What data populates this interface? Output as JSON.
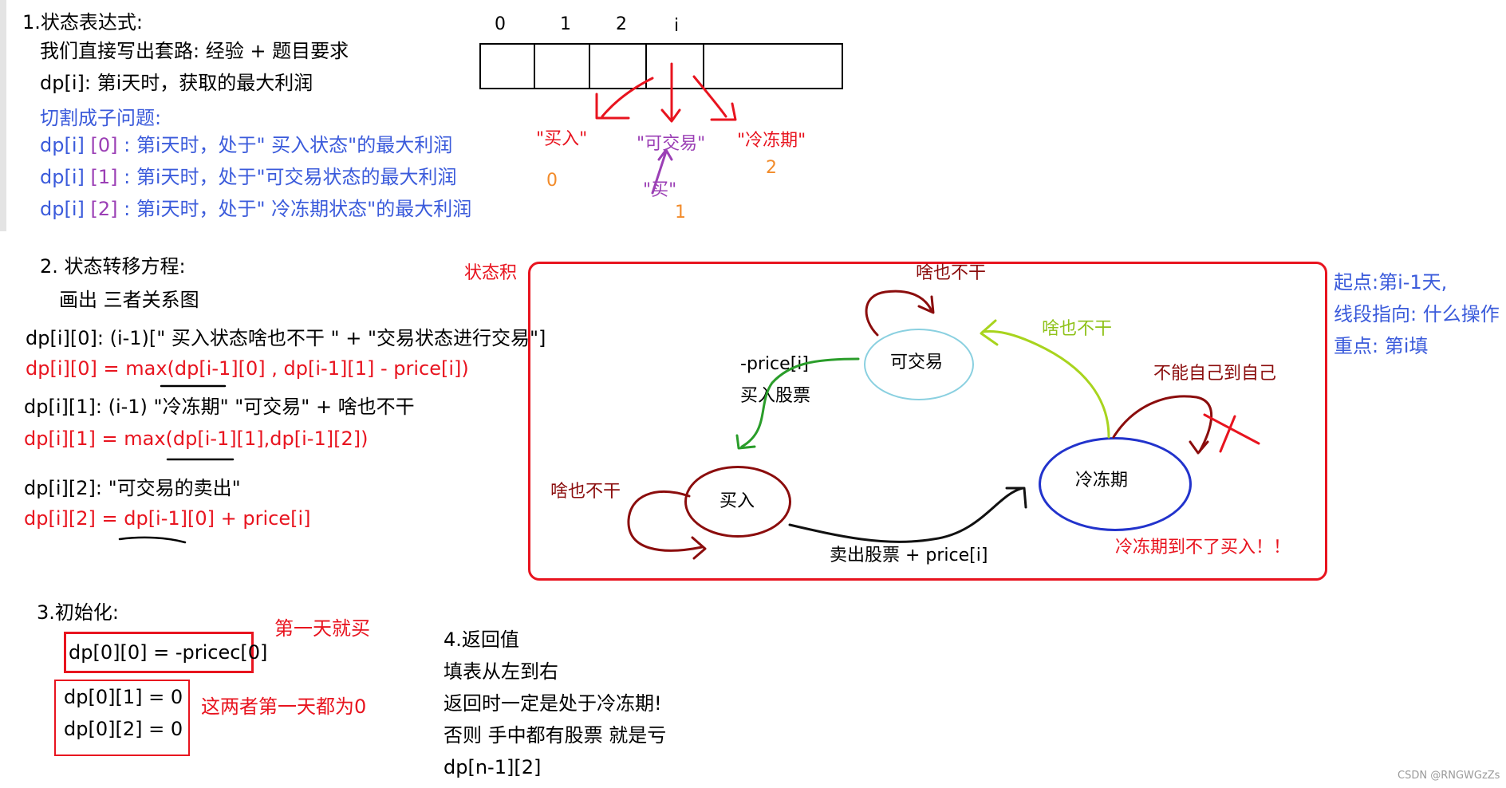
{
  "section1": {
    "title": "1.状态表达式:",
    "line1": "我们直接写出套路: 经验 + 题目要求",
    "line2": "dp[i]: 第i天时，获取的最大利润",
    "sub_title": "切割成子问题:",
    "sub": [
      {
        "idx": "dp[i]",
        "num": " [0]",
        "text": " : 第i天时，处于\" 买入状态\"的最大利润"
      },
      {
        "idx": "dp[i]",
        "num": " [1]",
        "text": " : 第i天时，处于\"可交易状态的最大利润"
      },
      {
        "idx": "dp[i]",
        "num": " [2]",
        "text": " : 第i天时，处于\" 冷冻期状态\"的最大利润"
      }
    ]
  },
  "array": {
    "indices": [
      "0",
      "1",
      "2",
      "i"
    ],
    "labels": [
      "\"买入\"",
      "\"可交易\"",
      "\"冷冻期\""
    ],
    "sub_label": "\"买\"",
    "nums": [
      "0",
      "1",
      "2"
    ]
  },
  "section2": {
    "title": "2. 状态转移方程:",
    "draw": "画出 三者关系图",
    "eq0": "dp[i][0]: (i-1)[\" 买入状态啥也不干 \" +  \"交易状态进行交易\"]",
    "eq0_formula": "dp[i][0] = max(dp[i-1][0] , dp[i-1][1] - price[i])",
    "eq1": "dp[i][1]: (i-1) \"冷冻期\" \"可交易\" + 啥也不干",
    "eq1_formula": "dp[i][1] = max(dp[i-1][1],dp[i-1][2])",
    "eq2": "dp[i][2]:  \"可交易的卖出\"",
    "eq2_formula": "dp[i][2] = dp[i-1][0] + price[i]"
  },
  "graph": {
    "side_label": "状态积",
    "nodes": {
      "tradable": "可交易",
      "buy": "买入",
      "freeze": "冷冻期"
    },
    "self_loop_top": "啥也不干",
    "self_loop_buy": "啥也不干",
    "freeze_to_trade": "啥也不干",
    "trade_to_buy_1": "-price[i]",
    "trade_to_buy_2": "买入股票",
    "buy_to_freeze": "卖出股票 + price[i]",
    "no_self": "不能自己到自己",
    "freeze_no_buy": "冷冻期到不了买入！！"
  },
  "notes": {
    "line1": "起点:第i-1天,",
    "line2": "线段指向: 什么操作",
    "line3": "重点: 第i填"
  },
  "section3": {
    "title": "3.初始化:",
    "init0": "dp[0][0] = -pricec[0]",
    "init0_note": "第一天就买",
    "init1": "dp[0][1] = 0",
    "init2": "dp[0][2] = 0",
    "init12_note": "这两者第一天都为0"
  },
  "section4": {
    "title": "4.返回值",
    "l1": "填表从左到右",
    "l2": "返回时一定是处于冷冻期!",
    "l3": "否则 手中都有股票 就是亏",
    "l4": "dp[n-1][2]"
  },
  "watermark": "CSDN @RNGWGzZs",
  "colors": {
    "red": "#e8141f",
    "blue": "#3b5bdb",
    "purple": "#9b3fb5",
    "orange": "#f28b2a",
    "darkred": "#8b0d0d",
    "green": "#2a9d2a",
    "lightgreen": "#a8d41e"
  }
}
